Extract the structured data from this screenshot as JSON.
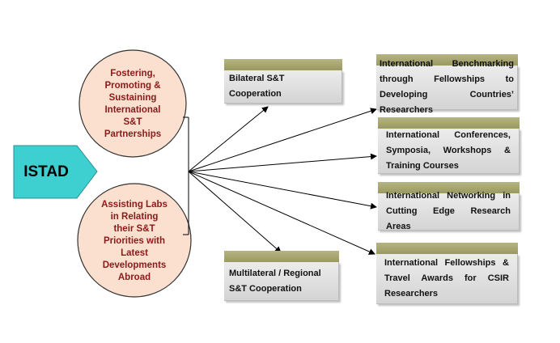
{
  "root": {
    "label": "ISTAD",
    "color": "#3ecfd0"
  },
  "circles": [
    {
      "label": "Fostering,\nPromoting &\nSustaining\nInternational\nS&T\nPartnerships"
    },
    {
      "label": "Assisting Labs\nin Relating\ntheir S&T\nPriorities with\nLatest\nDevelopments\nAbroad"
    }
  ],
  "middle_boxes": [
    {
      "label": "Bilateral S&T Cooperation"
    },
    {
      "label": "Multilateral / Regional S&T Cooperation"
    }
  ],
  "right_boxes": [
    {
      "label": "International Benchmarking through Fellowships to Developing Countries’ Researchers"
    },
    {
      "label": "International Conferences, Symposia, Workshops & Training Courses"
    },
    {
      "label": "International Networking in Cutting Edge Research Areas"
    },
    {
      "label": "International Fellowships & Travel Awards for CSIR Researchers"
    }
  ],
  "colors": {
    "circle_fill": "#fbe0cf",
    "circle_text": "#8b1a1a",
    "box_cap": "#a6a46c",
    "box_body": "#e3e3e3"
  }
}
